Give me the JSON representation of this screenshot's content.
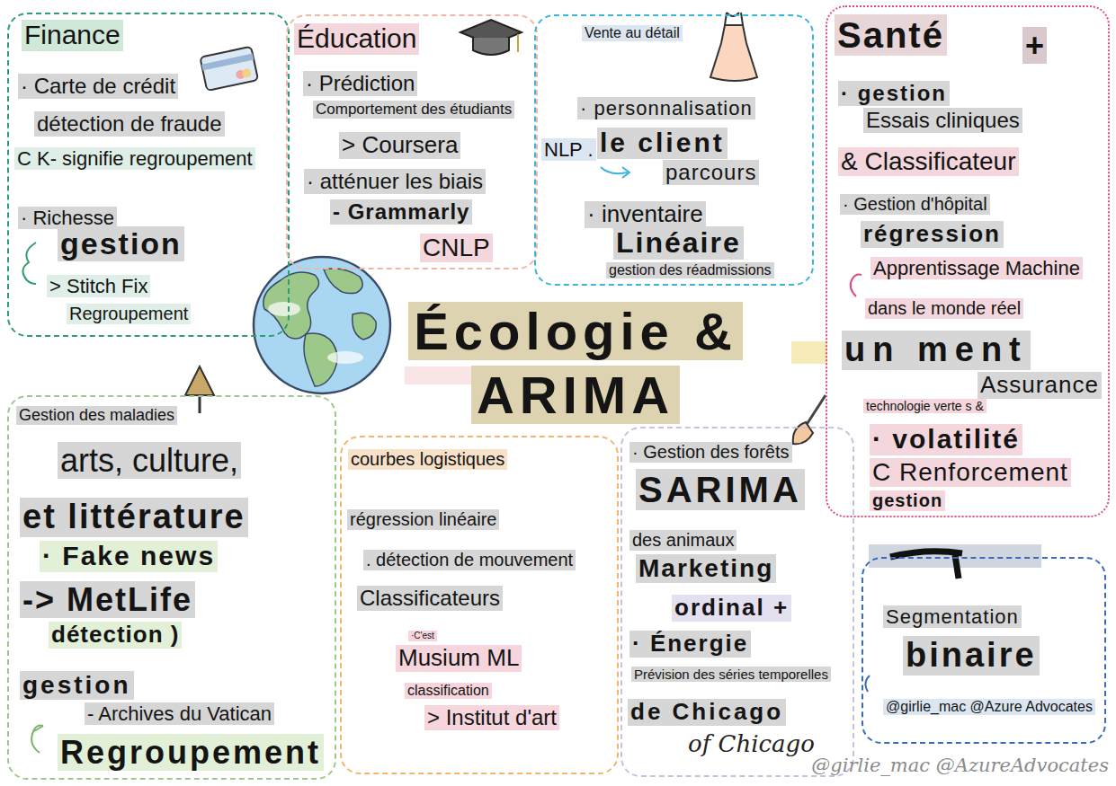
{
  "diagram": {
    "title": "Écologie & ARIMA",
    "nodes": [
      {
        "text": [
          "Finance",
          "· Carte de crédit",
          "détection de fraude",
          "C K- signifie regroupement",
          "· Richesse",
          "gestion",
          "> Stitch Fix",
          "Regroupement"
        ]
      },
      {
        "text": [
          "Éducation",
          "· Prédiction",
          "Comportement des étudiants",
          "> Coursera",
          "· atténuer les biais",
          "- Grammarly",
          "CNLP"
        ]
      },
      {
        "text": [
          "Vente au détail",
          "· personnalisation",
          "NLP .",
          "le client",
          "parcours",
          "· inventaire",
          "Linéaire",
          "gestion des réadmissions"
        ]
      },
      {
        "text": [
          "Santé",
          "+",
          "· gestion",
          "Essais cliniques",
          "& Classificateur",
          "· Gestion d'hôpital",
          "régression",
          "Apprentissage Machine",
          "dans le monde réel",
          "un ment",
          "Assurance",
          "technologie verte s &",
          "· volatilité",
          "C Renforcement",
          "gestion"
        ]
      },
      {
        "text": [
          "Gestion des maladies",
          "arts, culture,",
          "et littérature",
          "· Fake news",
          "-> MetLife",
          "détection )",
          "gestion",
          "- Archives du Vatican",
          "Regroupement"
        ]
      },
      {
        "text": [
          "courbes logistiques",
          "régression linéaire",
          ". détection de mouvement",
          "Classificateurs",
          "·C'est",
          "Musium ML",
          "classification",
          "> Institut d'art"
        ]
      },
      {
        "text": [
          "· Gestion des forêts",
          "SARIMA",
          "des animaux",
          "Marketing",
          "ordinal +",
          "· Énergie",
          "Prévision des séries temporelles",
          "de Chicago",
          "of Chicago"
        ]
      },
      {
        "text": [
          "Segmentation",
          "binaire",
          "@girlie_mac @Azure Advocates"
        ]
      }
    ],
    "labels": [
      "@girlie_mac @AzureAdvocates"
    ]
  }
}
